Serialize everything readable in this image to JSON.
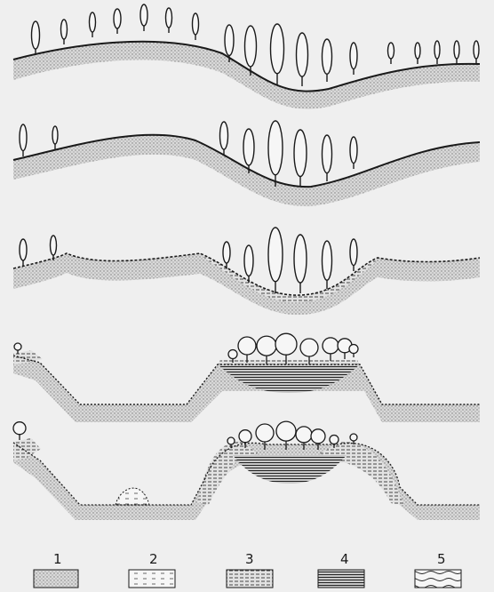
{
  "colors": {
    "background": "#efefef",
    "ink": "#1a1a1a",
    "stipple": "#8c8c8c",
    "dark_fill": "#3a3a3a"
  },
  "panels": [
    {
      "stage": 1,
      "trees": "poplar"
    },
    {
      "stage": 2,
      "trees": "poplar"
    },
    {
      "stage": 3,
      "trees": "poplar"
    },
    {
      "stage": 4,
      "trees": "round-crowned"
    },
    {
      "stage": 5,
      "trees": "round-crowned"
    }
  ],
  "legend": [
    {
      "label": "1",
      "pattern": "stippled-sand"
    },
    {
      "label": "2",
      "pattern": "sparse-dashes"
    },
    {
      "label": "3",
      "pattern": "dense-dashes"
    },
    {
      "label": "4",
      "pattern": "solid-dark"
    },
    {
      "label": "5",
      "pattern": "wavy-lines"
    }
  ]
}
